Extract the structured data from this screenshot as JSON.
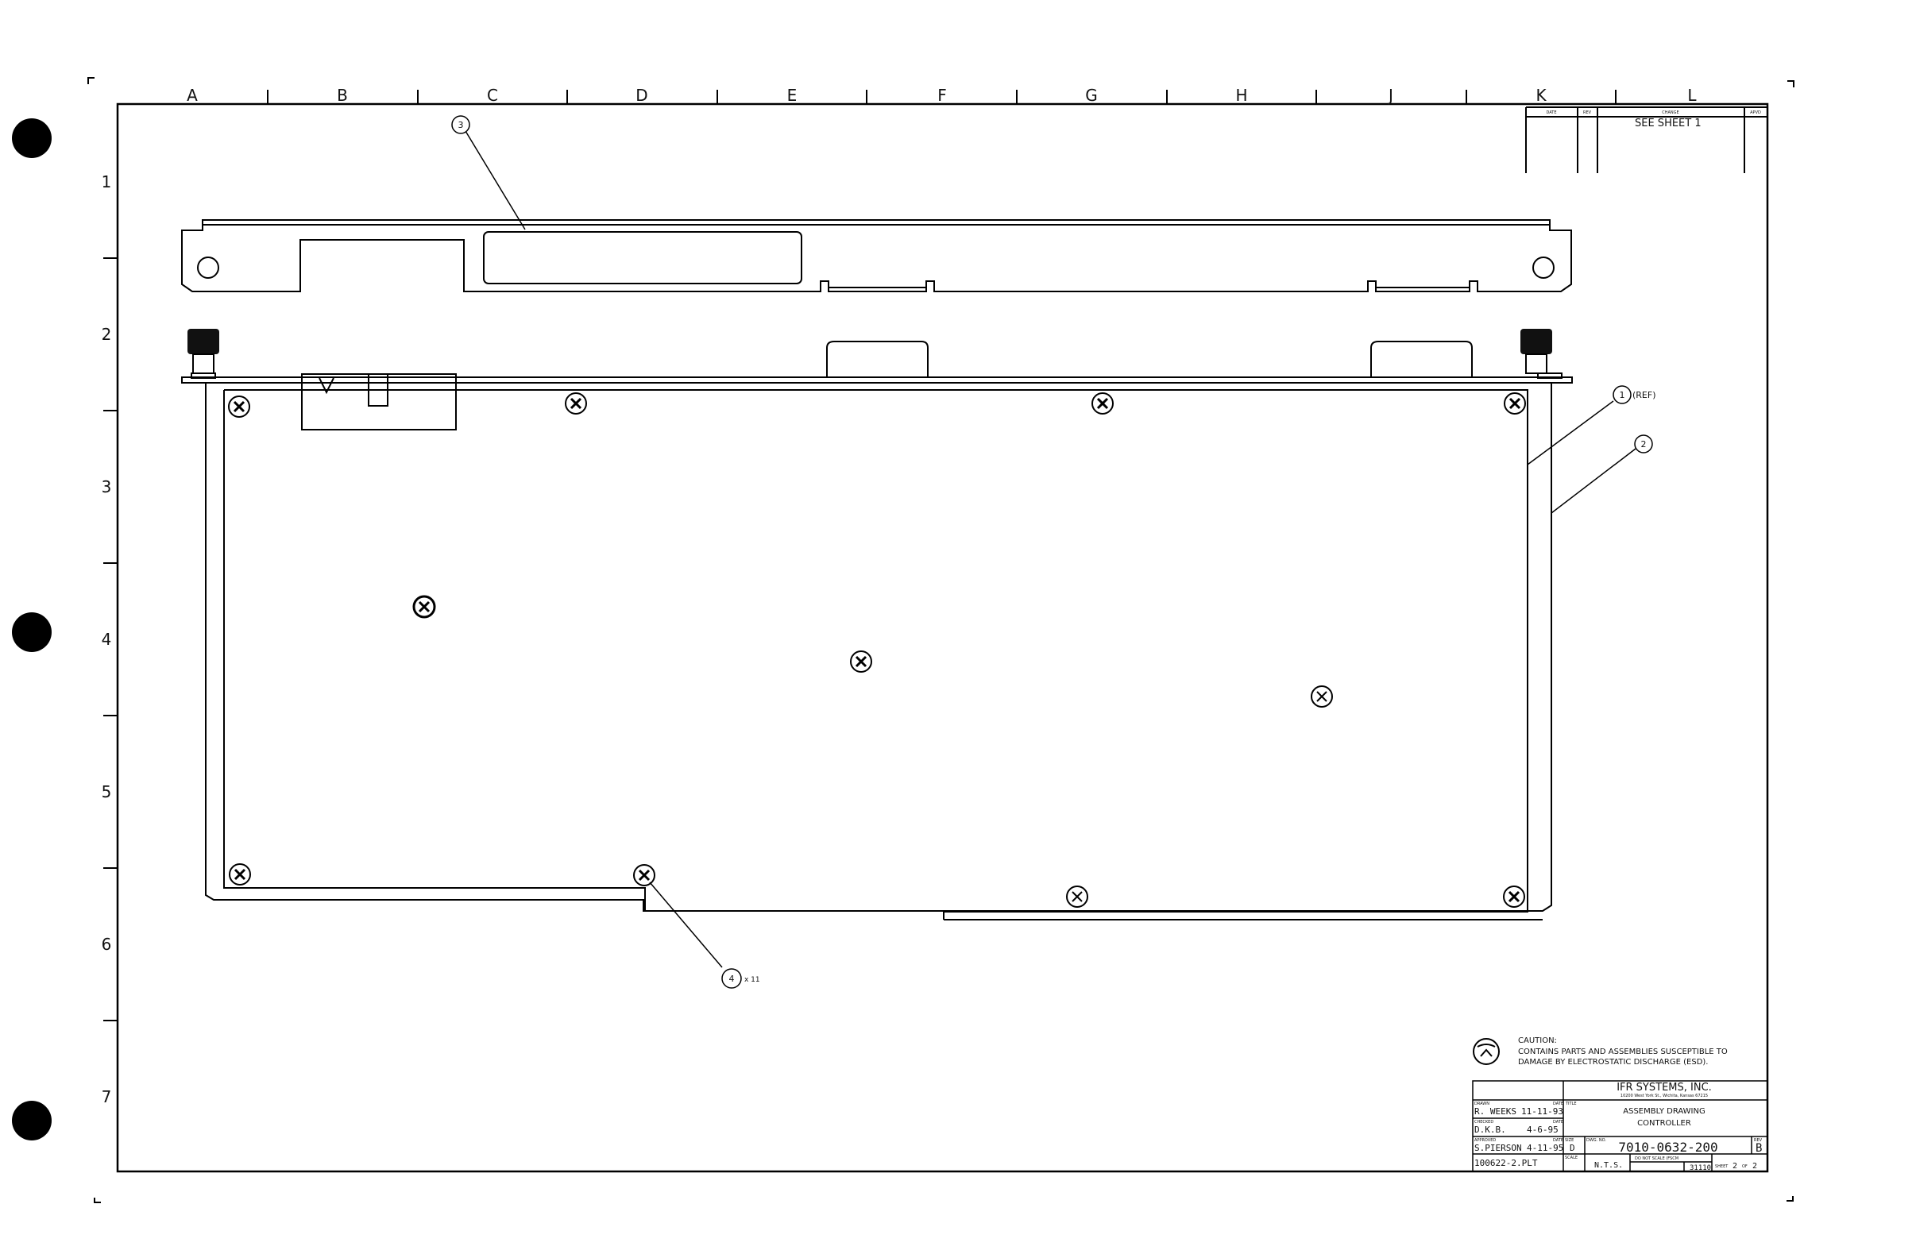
{
  "grid": {
    "columns": [
      "A",
      "B",
      "C",
      "D",
      "E",
      "F",
      "G",
      "H",
      "J",
      "K",
      "L"
    ],
    "rows": [
      "1",
      "2",
      "3",
      "4",
      "5",
      "6",
      "7"
    ]
  },
  "revision_block": {
    "col_date": "DATE",
    "col_rev": "REV",
    "col_change": "CHANGE",
    "col_apvd": "APVD",
    "note": "SEE SHEET 1"
  },
  "callouts": {
    "item1": {
      "num": "1",
      "suffix": "(REF)"
    },
    "item2": {
      "num": "2"
    },
    "item3": {
      "num": "3"
    },
    "item4": {
      "num": "4",
      "suffix": "x 11"
    }
  },
  "caution": {
    "heading": "CAUTION:",
    "line1": "CONTAINS PARTS AND ASSEMBLIES SUSCEPTIBLE TO",
    "line2": "DAMAGE BY ELECTROSTATIC DISCHARGE (ESD)."
  },
  "title_block": {
    "company": "IFR SYSTEMS, INC.",
    "address": "10200 West York St., Wichita, Kansas 67215",
    "title_label": "TITLE",
    "title_line1": "ASSEMBLY DRAWING",
    "title_line2": "CONTROLLER",
    "drawn_label": "DRAWN",
    "drawn_by": "R. WEEKS",
    "drawn_date": "11-11-93",
    "checked_label": "CHECKED",
    "checked_by": "D.K.B.",
    "checked_date": "4-6-95",
    "approved_label": "APPROVED",
    "approved_by": "S.PIERSON",
    "approved_date": "4-11-95",
    "date_label": "DATE",
    "file": "100622-2.PLT",
    "size_label": "SIZE",
    "size": "D",
    "dwg_label": "DWG. NO.",
    "dwg_no": "7010-0632-200",
    "rev_label": "REV",
    "rev": "B",
    "scale_label": "SCALE",
    "scale": "N.T.S.",
    "do_not_scale": "DO NOT SCALE (FSCM",
    "fscm": "31110",
    "sheet_label": "SHEET",
    "sheet": "2",
    "of_label": "OF",
    "sheets": "2"
  }
}
